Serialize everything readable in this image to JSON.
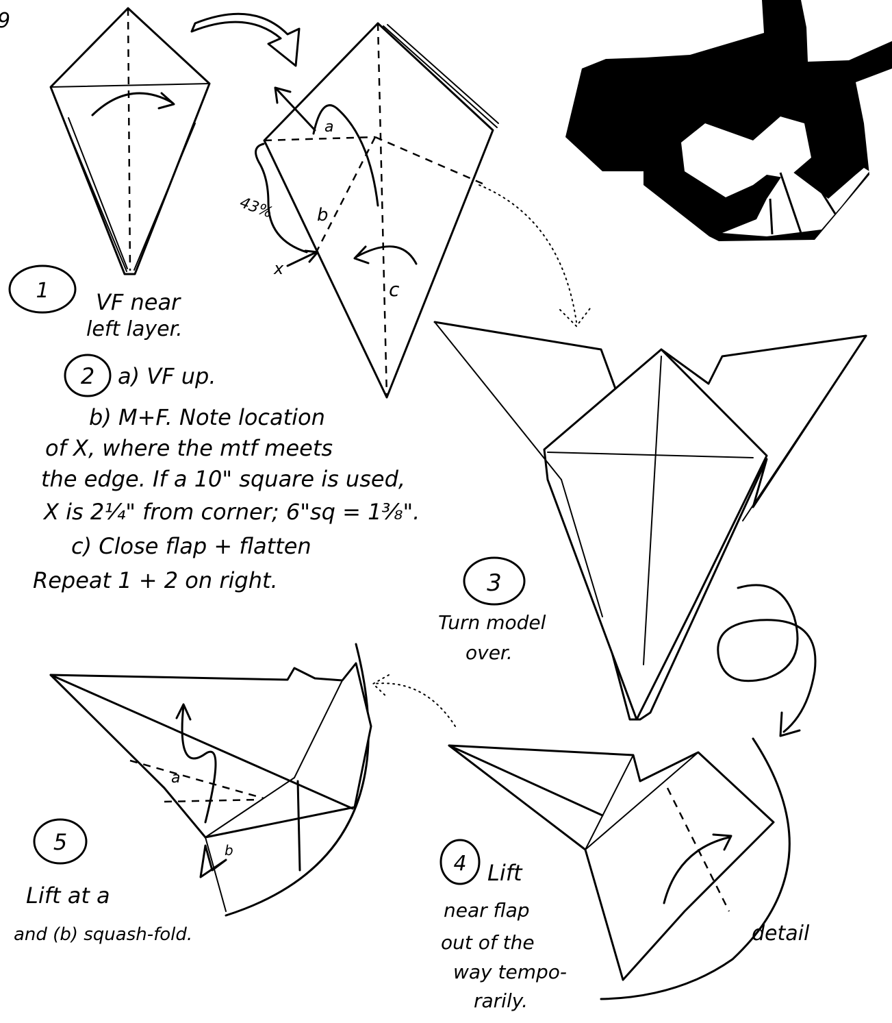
{
  "page_corner": "9",
  "steps": {
    "s1": {
      "number": "1",
      "line1": "VF near",
      "line2": "left layer."
    },
    "s2": {
      "number": "2",
      "a": "a) VF up.",
      "b1": "b) M+F. Note location",
      "b2": "of X, where the mtf meets",
      "b3": "the edge. If a 10\" square is used,",
      "b4": "X is 2¼\" from corner; 6\"sq = 1⅜\".",
      "c": "c) Close flap + flatten",
      "repeat": "Repeat 1 + 2 on right."
    },
    "s3": {
      "number": "3",
      "line1": "Turn model",
      "line2": "over."
    },
    "s4": {
      "number": "4",
      "line1": "Lift",
      "line2": "near flap",
      "line3": "out of the",
      "line4": "way tempo-",
      "line5": "rarily."
    },
    "s5": {
      "number": "5",
      "line1": "Lift at a",
      "line2": "and (b) squash-fold."
    }
  },
  "labels": {
    "a2": "a",
    "b2": "b",
    "c2": "c",
    "x2": "x",
    "pct": "43%",
    "a5": "a",
    "b5": "b",
    "detail": "detail"
  }
}
